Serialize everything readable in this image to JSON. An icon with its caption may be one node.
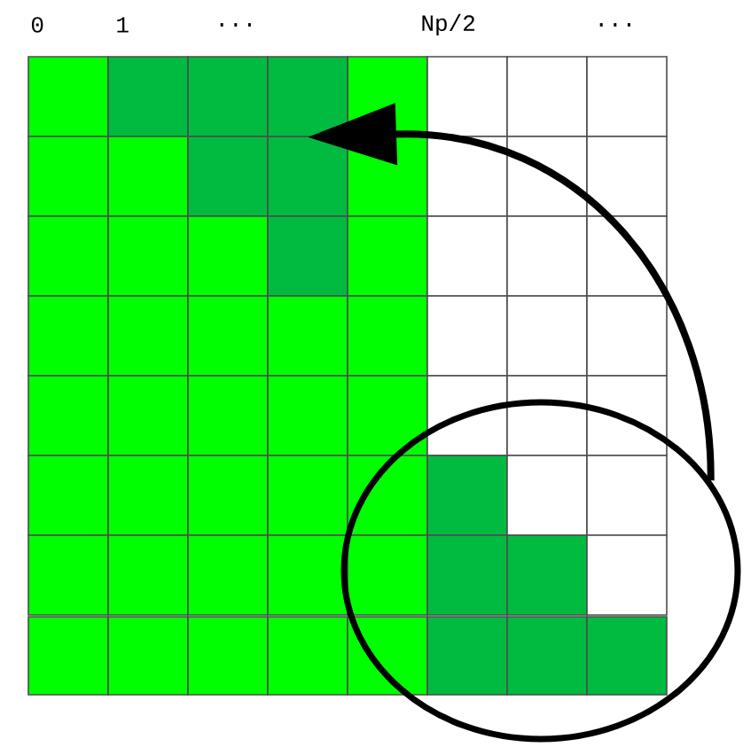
{
  "diagram": {
    "nodes": [
      {
        "text": [],
        "shape": "circle"
      },
      {
        "text": [],
        "shape": "box"
      }
    ],
    "edges": [
      {
        "from": 0,
        "to": 1,
        "arrow": "to"
      }
    ],
    "labels": [
      "0",
      "1",
      "...",
      "Np/2",
      "..."
    ]
  }
}
